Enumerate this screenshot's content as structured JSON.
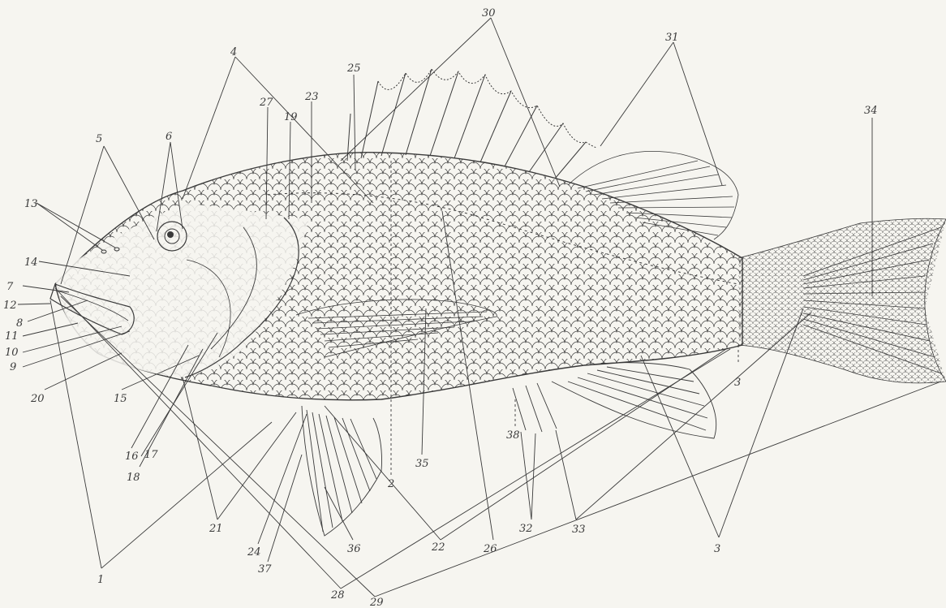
{
  "figure": {
    "labels": [
      "1",
      "2",
      "3",
      "4",
      "5",
      "6",
      "7",
      "8",
      "9",
      "10",
      "11",
      "12",
      "13",
      "14",
      "15",
      "16",
      "17",
      "18",
      "19",
      "20",
      "21",
      "22",
      "23",
      "24",
      "25",
      "26",
      "27",
      "28",
      "29",
      "30",
      "31",
      "32",
      "33",
      "34",
      "35",
      "36",
      "37",
      "38"
    ]
  },
  "colors": {
    "ink": "#3a3a3a",
    "paper": "#f6f5f0"
  }
}
